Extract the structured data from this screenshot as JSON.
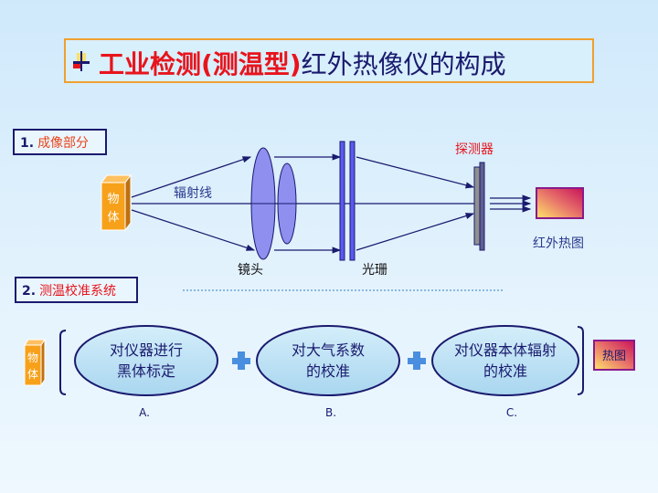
{
  "title": {
    "red": "工业检测(测温型)",
    "blue": "红外热像仪的构成"
  },
  "section1": {
    "num": "1.",
    "label": "成像部分"
  },
  "section2": {
    "num": "2.",
    "label": "测温校准系统"
  },
  "imaging": {
    "object": [
      "物",
      "体"
    ],
    "rays": "辐射线",
    "lens": "镜头",
    "grating": "光珊",
    "detector": "探测器",
    "thermal_image": "红外热图"
  },
  "calibration": {
    "object": [
      "物",
      "体"
    ],
    "steps": [
      {
        "lines": [
          "对仪器进行",
          "黑体标定"
        ],
        "label": "A."
      },
      {
        "lines": [
          "对大气系数",
          "的校准"
        ],
        "label": "B."
      },
      {
        "lines": [
          "对仪器本体辐射",
          "的校准"
        ],
        "label": "C."
      }
    ],
    "result": "热图"
  },
  "colors": {
    "red": "#e8141c",
    "navy": "#1a1a6e",
    "orange": "#f7a11a",
    "lens": "#8f8ff0",
    "ellipse": "#bfe3f5"
  }
}
